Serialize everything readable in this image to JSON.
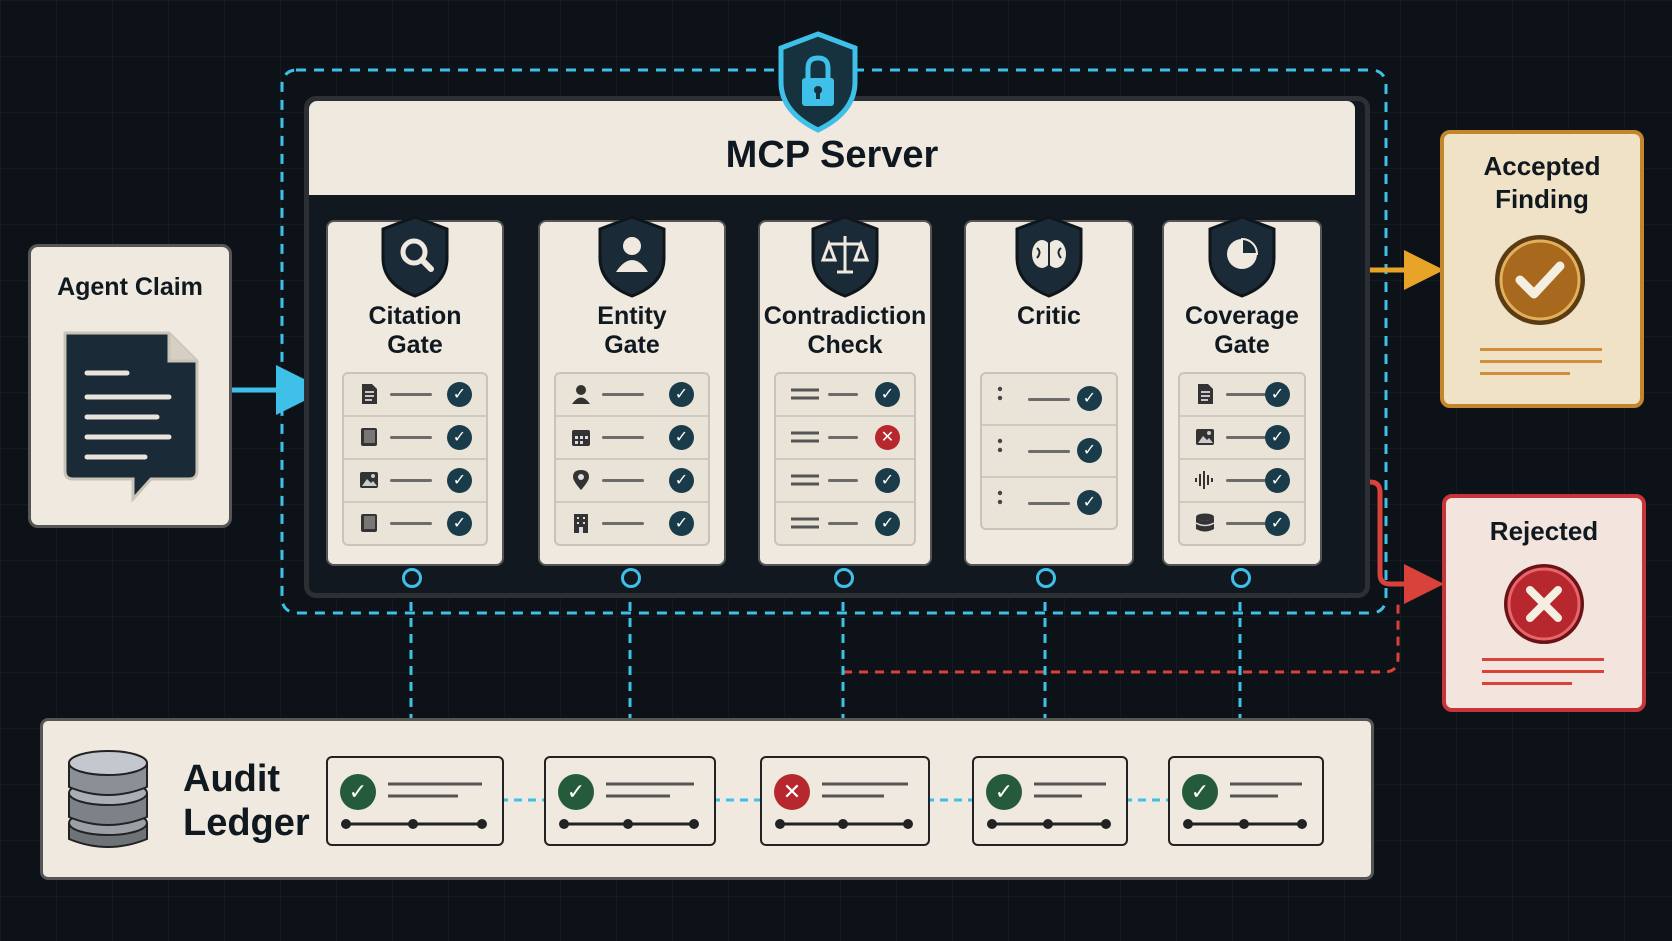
{
  "colors": {
    "background": "#0c1218",
    "card": "#efe9df",
    "cyan_arrow": "#3ec0e8",
    "accept_orange": "#e8a428",
    "reject_red": "#d8423a",
    "check_dark": "#1a3b4a",
    "reject_badge": "#b7282e"
  },
  "agent_claim": {
    "label": "Agent Claim",
    "icon": "document-chat-icon"
  },
  "mcp_server": {
    "title": "MCP Server",
    "icon": "lock-shield-icon"
  },
  "gates": [
    {
      "title_line1": "Citation",
      "title_line2": "Gate",
      "icon": "magnifier-shield-icon",
      "rows": [
        {
          "icon": "document-icon",
          "status": "pass"
        },
        {
          "icon": "book-icon",
          "status": "pass"
        },
        {
          "icon": "image-icon",
          "status": "pass"
        },
        {
          "icon": "book-icon",
          "status": "pass"
        }
      ]
    },
    {
      "title_line1": "Entity",
      "title_line2": "Gate",
      "icon": "person-shield-icon",
      "rows": [
        {
          "icon": "person-icon",
          "status": "pass"
        },
        {
          "icon": "calendar-icon",
          "status": "pass"
        },
        {
          "icon": "location-pin-icon",
          "status": "pass"
        },
        {
          "icon": "building-icon",
          "status": "pass"
        }
      ]
    },
    {
      "title_line1": "Contradiction",
      "title_line2": "Check",
      "icon": "scales-shield-icon",
      "rows": [
        {
          "icon": "lines-icon",
          "status": "pass"
        },
        {
          "icon": "lines-icon",
          "status": "fail"
        },
        {
          "icon": "lines-icon",
          "status": "pass"
        },
        {
          "icon": "lines-icon",
          "status": "pass"
        }
      ]
    },
    {
      "title_line1": "Critic",
      "title_line2": "",
      "icon": "brain-shield-icon",
      "rows": [
        {
          "icon": "bullet-icon",
          "status": "pass"
        },
        {
          "icon": "bullet-icon",
          "status": "pass"
        },
        {
          "icon": "bullet-icon",
          "status": "pass"
        }
      ]
    },
    {
      "title_line1": "Coverage",
      "title_line2": "Gate",
      "icon": "pie-shield-icon",
      "rows": [
        {
          "icon": "document-icon",
          "status": "pass"
        },
        {
          "icon": "image-icon",
          "status": "pass"
        },
        {
          "icon": "waveform-icon",
          "status": "pass"
        },
        {
          "icon": "database-icon",
          "status": "pass"
        }
      ]
    }
  ],
  "outputs": {
    "accepted": {
      "title_line1": "Accepted",
      "title_line2": "Finding",
      "icon": "check-badge-icon"
    },
    "rejected": {
      "title": "Rejected",
      "icon": "x-badge-icon"
    }
  },
  "audit_ledger": {
    "title_line1": "Audit",
    "title_line2": "Ledger",
    "icon": "database-icon",
    "entries": [
      {
        "status": "pass"
      },
      {
        "status": "pass"
      },
      {
        "status": "fail"
      },
      {
        "status": "pass"
      },
      {
        "status": "pass"
      }
    ]
  }
}
